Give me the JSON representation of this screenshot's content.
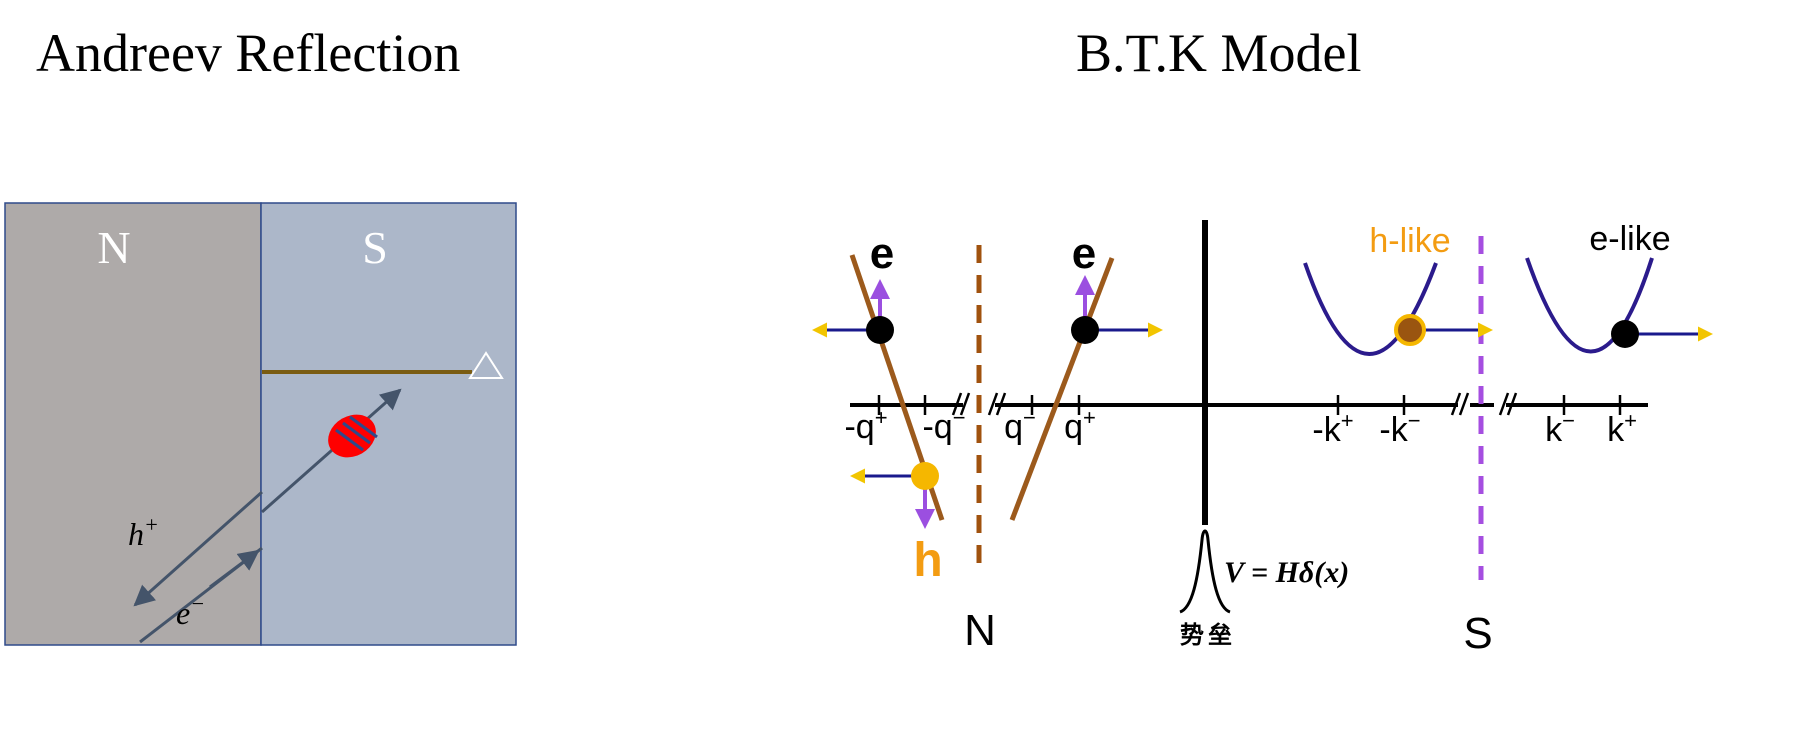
{
  "titles": {
    "left": "Andreev Reflection",
    "right": "B.T.K Model"
  },
  "andreev": {
    "region_n": "N",
    "region_s": "S",
    "hole_label_base": "h",
    "hole_label_sup": "+",
    "electron_label_base": "e",
    "electron_label_sup": "−",
    "colors": {
      "normal_bg": "#aeaaa9",
      "super_bg": "#acb7c9",
      "border": "#2f4a8a",
      "gap_line": "#7a5c12",
      "arrows": "#44546a",
      "cooper_pair": "#ff0000"
    }
  },
  "btk": {
    "electron_label": "e",
    "electron_label_2": "e",
    "hole_label": "h",
    "h_like_label": "h-like",
    "e_like_label": "e-like",
    "tick_labels": {
      "neg_q_plus_base": "-q",
      "neg_q_plus_sup": "+",
      "neg_q_minus_base": "-q",
      "neg_q_minus_sup": "−",
      "q_minus_base": "q",
      "q_minus_sup": "−",
      "q_plus_base": "q",
      "q_plus_sup": "+",
      "neg_k_plus_base": "-k",
      "neg_k_plus_sup": "+",
      "neg_k_minus_base": "-k",
      "neg_k_minus_sup": "−",
      "k_minus_base": "k",
      "k_minus_sup": "−",
      "k_plus_base": "k",
      "k_plus_sup": "+"
    },
    "region_n": "N",
    "region_s": "S",
    "barrier_formula": "V = Hδ(x)",
    "barrier_chinese": "势垒",
    "colors": {
      "branch": "#9c5a1c",
      "parabola": "#2b1b8c",
      "orange_text": "#f39c12",
      "hole_dot": "#f5b700",
      "spin_arrow": "#9b4fe0",
      "s_boundary": "#a54ee0",
      "n_boundary": "#a0520e",
      "velocity_arrow": "#f2c500",
      "velocity_tail": "#1a1a8c"
    }
  }
}
